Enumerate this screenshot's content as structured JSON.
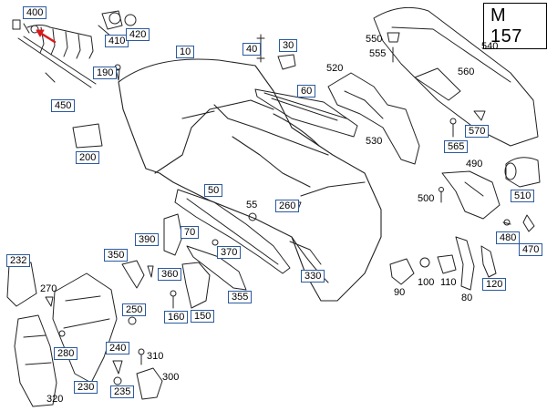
{
  "diagram_code": "M 157",
  "callouts": [
    {
      "id": "400",
      "boxed": true
    },
    {
      "id": "410",
      "boxed": true
    },
    {
      "id": "420",
      "boxed": true
    },
    {
      "id": "10",
      "boxed": true
    },
    {
      "id": "40",
      "boxed": true
    },
    {
      "id": "30",
      "boxed": true
    },
    {
      "id": "550",
      "boxed": false
    },
    {
      "id": "555",
      "boxed": false
    },
    {
      "id": "540",
      "boxed": false
    },
    {
      "id": "520",
      "boxed": false
    },
    {
      "id": "560",
      "boxed": false
    },
    {
      "id": "190",
      "boxed": true
    },
    {
      "id": "60",
      "boxed": true
    },
    {
      "id": "450",
      "boxed": true
    },
    {
      "id": "200",
      "boxed": true
    },
    {
      "id": "530",
      "boxed": false
    },
    {
      "id": "570",
      "boxed": true
    },
    {
      "id": "565",
      "boxed": true
    },
    {
      "id": "490",
      "boxed": false
    },
    {
      "id": "50",
      "boxed": true
    },
    {
      "id": "55",
      "boxed": false
    },
    {
      "id": "260",
      "boxed": true
    },
    {
      "id": "500",
      "boxed": false
    },
    {
      "id": "510",
      "boxed": true
    },
    {
      "id": "70",
      "boxed": true
    },
    {
      "id": "390",
      "boxed": true
    },
    {
      "id": "350",
      "boxed": true
    },
    {
      "id": "370",
      "boxed": true
    },
    {
      "id": "360",
      "boxed": true
    },
    {
      "id": "480",
      "boxed": true
    },
    {
      "id": "470",
      "boxed": true
    },
    {
      "id": "232",
      "boxed": true
    },
    {
      "id": "270",
      "boxed": false
    },
    {
      "id": "330",
      "boxed": true
    },
    {
      "id": "90",
      "boxed": false
    },
    {
      "id": "100",
      "boxed": false
    },
    {
      "id": "110",
      "boxed": false
    },
    {
      "id": "120",
      "boxed": true
    },
    {
      "id": "80",
      "boxed": false
    },
    {
      "id": "355",
      "boxed": true
    },
    {
      "id": "250",
      "boxed": true
    },
    {
      "id": "160",
      "boxed": true
    },
    {
      "id": "150",
      "boxed": true
    },
    {
      "id": "280",
      "boxed": true
    },
    {
      "id": "240",
      "boxed": true
    },
    {
      "id": "310",
      "boxed": false
    },
    {
      "id": "300",
      "boxed": false
    },
    {
      "id": "230",
      "boxed": true
    },
    {
      "id": "235",
      "boxed": true
    },
    {
      "id": "320",
      "boxed": false
    }
  ]
}
